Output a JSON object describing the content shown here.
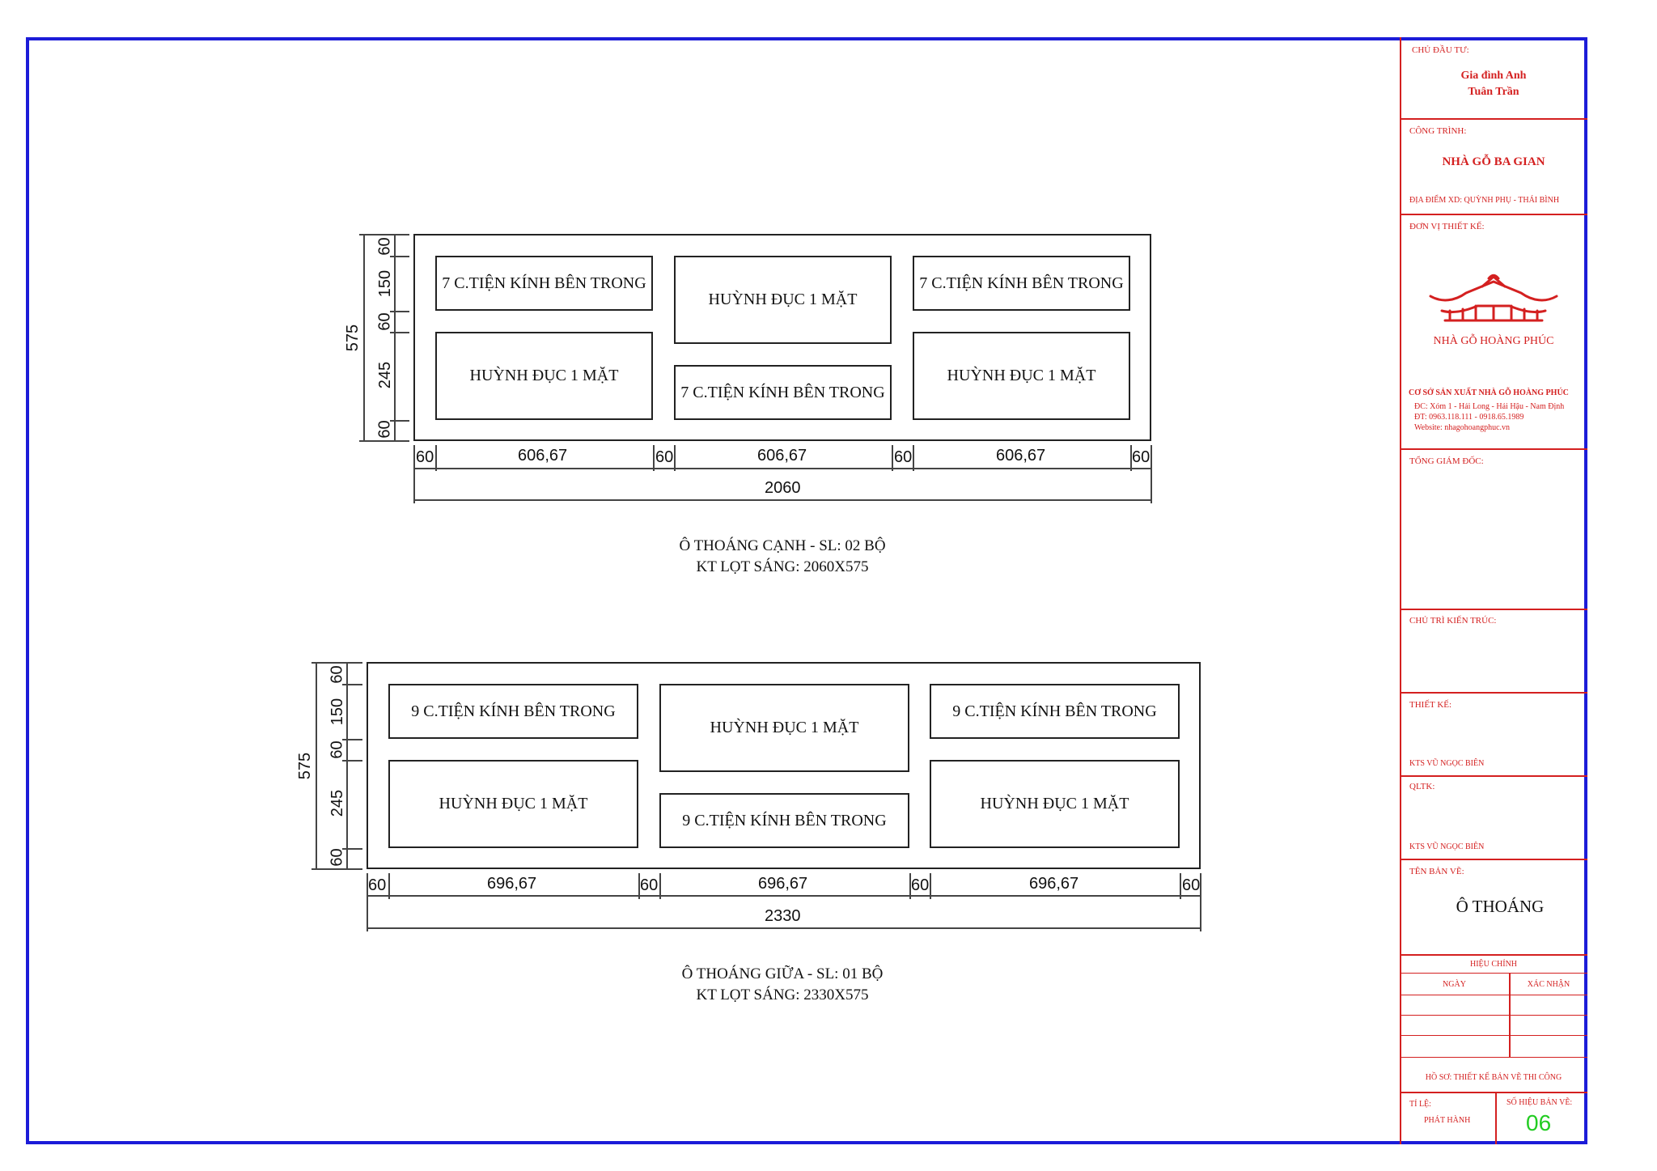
{
  "colors": {
    "frame": "#1c1cd8",
    "titleblock": "#d42020",
    "drawing": "#222222",
    "sheet_number": "#22cc22"
  },
  "title_block": {
    "owner_label": "CHỦ ĐẦU TƯ:",
    "owner_name_1": "Gia đình Anh",
    "owner_name_2": "Tuân Trần",
    "project_label": "CÔNG TRÌNH:",
    "project_name": "NHÀ GỖ BA GIAN",
    "location": "ĐỊA ĐIỂM XD: QUỲNH PHỤ - THÁI BÌNH",
    "designer_unit_label": "ĐƠN VỊ THIẾT KẾ:",
    "logo_icon": "pagoda-roof-logo-icon",
    "company_name": "NHÀ GỖ HOÀNG PHÚC",
    "company_full": "CƠ SỞ SẢN XUẤT NHÀ GỖ HOÀNG PHÚC",
    "address": "ĐC: Xóm 1 - Hải Long - Hải Hậu - Nam Định",
    "phone": "ĐT: 0963.118.111 - 0918.65.1989",
    "website": "Website: nhagohoangphuc.vn",
    "director_label": "TỔNG GIÁM ĐỐC:",
    "architect_label": "CHỦ TRÌ KIẾN TRÚC:",
    "design_label": "THIẾT KẾ:",
    "design_name": "KTS VŨ NGỌC BIÊN",
    "qltk_label": "QLTK:",
    "qltk_name": "KTS VŨ NGỌC BIÊN",
    "drawing_name_label": "TÊN BẢN VẼ:",
    "drawing_name": "Ô THOÁNG",
    "revision_label": "HIỆU CHỈNH",
    "date_label": "NGÀY",
    "confirm_label": "XÁC NHẬN",
    "dossier": "HỒ SƠ: THIẾT KẾ BẢN VẼ THI CÔNG",
    "scale_label": "TỈ LỆ:",
    "sheet_no_label": "SỐ HIỆU BẢN VẼ:",
    "issue_label": "PHÁT HÀNH",
    "sheet_no": "06"
  },
  "panels": [
    {
      "label_tl": "7 C.TIỆN KÍNH BÊN TRONG",
      "label_tc": "HUỲNH ĐỤC 1 MẶT",
      "label_tr": "7 C.TIỆN KÍNH BÊN TRONG",
      "label_bl": "HUỲNH ĐỤC 1 MẶT",
      "label_bc": "7 C.TIỆN KÍNH BÊN TRONG",
      "label_br": "HUỲNH ĐỤC 1 MẶT",
      "dim_rail": "60",
      "dim_field": "606,67",
      "dim_total": "2060",
      "dim_height": "575",
      "dim_v_top": "60",
      "dim_v_150": "150",
      "dim_v_mid": "60",
      "dim_v_245": "245",
      "dim_v_bot": "60",
      "caption_1": "Ô THOÁNG CẠNH - SL: 02 BỘ",
      "caption_2": "KT LỌT SÁNG: 2060X575"
    },
    {
      "label_tl": "9 C.TIỆN KÍNH BÊN TRONG",
      "label_tc": "HUỲNH ĐỤC 1 MẶT",
      "label_tr": "9 C.TIỆN KÍNH BÊN TRONG",
      "label_bl": "HUỲNH ĐỤC 1 MẶT",
      "label_bc": "9 C.TIỆN KÍNH BÊN TRONG",
      "label_br": "HUỲNH ĐỤC 1 MẶT",
      "dim_rail": "60",
      "dim_field": "696,67",
      "dim_total": "2330",
      "dim_height": "575",
      "dim_v_top": "60",
      "dim_v_150": "150",
      "dim_v_mid": "60",
      "dim_v_245": "245",
      "dim_v_bot": "60",
      "caption_1": "Ô THOÁNG GIỮA - SL: 01 BỘ",
      "caption_2": "KT LỌT SÁNG: 2330X575"
    }
  ]
}
